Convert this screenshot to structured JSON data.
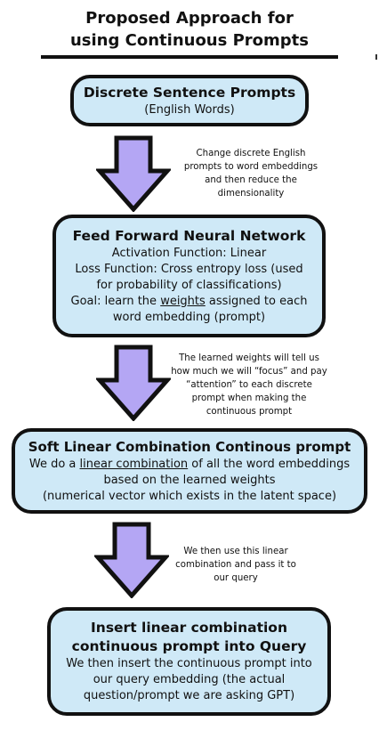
{
  "title": {
    "line1": "Proposed Approach for",
    "line2": "using Continuous Prompts"
  },
  "colors": {
    "box_fill": "#cfe9f7",
    "arrow_fill": "#b4a6f4",
    "outline": "#111111"
  },
  "steps": [
    {
      "title": "Discrete Sentence Prompts",
      "body": [
        "(English Words)"
      ]
    },
    {
      "title": "Feed Forward Neural Network",
      "body": [
        "Activation Function: Linear",
        "Loss Function: Cross entropy loss (used",
        "for probability of classifications)"
      ],
      "goal_pre": "Goal: learn the ",
      "goal_underlined": "weights",
      "goal_post": " assigned to each",
      "goal_line2": "word embedding (prompt)"
    },
    {
      "title": "Soft Linear Combination Continous prompt",
      "line1_pre": "We do a ",
      "line1_underlined": "linear combination",
      "line1_post": " of all the word embeddings",
      "body": [
        "based on the learned weights",
        "(numerical vector which exists in the latent space)"
      ]
    },
    {
      "title_lines": [
        "Insert linear combination",
        "continuous prompt into Query"
      ],
      "body": [
        "We then insert the continuous prompt into",
        "our query embedding (the actual",
        "question/prompt we are asking GPT)"
      ]
    }
  ],
  "transitions": [
    {
      "icon": "down-arrow-icon",
      "note": [
        "Change discrete English",
        "prompts to word embeddings",
        "and then reduce the",
        "dimensionality"
      ]
    },
    {
      "icon": "down-arrow-icon",
      "note": [
        "The learned weights will tell us",
        "how much we will “focus” and pay",
        "“attention”  to each discrete",
        "prompt when making the",
        "continuous prompt"
      ]
    },
    {
      "icon": "down-arrow-icon",
      "note": [
        "We then use this linear",
        "combination and pass it to",
        "our query"
      ]
    }
  ]
}
